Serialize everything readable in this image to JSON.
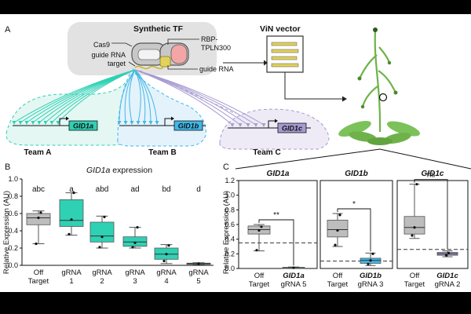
{
  "panel_a": {
    "letter": "A",
    "synthetic_tf": "Synthetic TF",
    "vin_vector": "ViN vector",
    "labels": {
      "cas9": "Cas9",
      "guide_rna_target_1": "guide RNA",
      "guide_rna_target_2": "target",
      "rbp_1": "RBP-",
      "rbp_2": "TPLN300",
      "guide_rna": "guide RNA"
    },
    "teams": [
      {
        "name": "Team A",
        "gene": "GID1a",
        "color": "#2fd1b4"
      },
      {
        "name": "Team B",
        "gene": "GID1b",
        "color": "#41b7e8"
      },
      {
        "name": "Team C",
        "gene": "GID1c",
        "color": "#a79ad0"
      }
    ],
    "colors": {
      "cas9_shell": "#c8c8c8",
      "rbp": "#f4a6a6",
      "yellow": "#e2d25a",
      "plant": "#7cc25a"
    }
  },
  "panel_b": {
    "letter": "B",
    "title_gene": "GID1a",
    "title_rest": " expression",
    "ylabel": "Relative Expression (AU)"
  },
  "panel_c": {
    "letter": "C",
    "ylabel": "Relative Expression (AU)"
  },
  "chart_data": [
    {
      "type": "box",
      "title": "GID1a expression",
      "ylabel": "Relative Expression (AU)",
      "ylim": [
        0,
        1.0
      ],
      "yticks": [
        0.0,
        0.2,
        0.4,
        0.6,
        0.8,
        1.0
      ],
      "categories": [
        {
          "l1": "Off",
          "l2": "Target"
        },
        {
          "l1": "gRNA",
          "l2": "1"
        },
        {
          "l1": "gRNA",
          "l2": "2"
        },
        {
          "l1": "gRNA",
          "l2": "3"
        },
        {
          "l1": "gRNA",
          "l2": "4"
        },
        {
          "l1": "gRNA",
          "l2": "5"
        }
      ],
      "letters": [
        "abc",
        "a",
        "abd",
        "ad",
        "bd",
        "d"
      ],
      "colors": [
        "#bdbdbd",
        "#2fd1b4",
        "#2fd1b4",
        "#2fd1b4",
        "#2fd1b4",
        "#2fd1b4"
      ],
      "boxes": [
        {
          "min": 0.25,
          "q1": 0.47,
          "median": 0.55,
          "q3": 0.6,
          "max": 0.63,
          "points": [
            0.25,
            0.55,
            0.61
          ]
        },
        {
          "min": 0.35,
          "q1": 0.45,
          "median": 0.52,
          "q3": 0.76,
          "max": 0.84,
          "points": [
            0.36,
            0.53,
            0.84
          ]
        },
        {
          "min": 0.2,
          "q1": 0.27,
          "median": 0.34,
          "q3": 0.5,
          "max": 0.57,
          "points": [
            0.21,
            0.33,
            0.56
          ]
        },
        {
          "min": 0.2,
          "q1": 0.22,
          "median": 0.27,
          "q3": 0.33,
          "max": 0.44,
          "points": [
            0.21,
            0.26,
            0.44
          ]
        },
        {
          "min": 0.02,
          "q1": 0.07,
          "median": 0.13,
          "q3": 0.2,
          "max": 0.24,
          "points": [
            0.05,
            0.13,
            0.23
          ]
        },
        {
          "min": 0.01,
          "q1": 0.015,
          "median": 0.02,
          "q3": 0.025,
          "max": 0.03,
          "points": [
            0.02
          ]
        }
      ]
    },
    {
      "type": "box",
      "title": "GID1a",
      "ylabel": "Relative Expression (AU)",
      "ylim": [
        0,
        1.2
      ],
      "yticks": [
        0.0,
        0.2,
        0.4,
        0.6,
        0.8,
        1.0,
        1.2
      ],
      "categories": [
        {
          "l1": "Off",
          "l2": "Target",
          "italic": false
        },
        {
          "l1": "GID1a",
          "l2": "gRNA 5",
          "italic": true
        }
      ],
      "colors": [
        "#bdbdbd",
        "#2fd1b4"
      ],
      "dashed_line": 0.35,
      "significance": "**",
      "boxes": [
        {
          "min": 0.24,
          "q1": 0.47,
          "median": 0.53,
          "q3": 0.58,
          "max": 0.6,
          "points": [
            0.25,
            0.52,
            0.57
          ]
        },
        {
          "min": 0.0,
          "q1": 0.005,
          "median": 0.01,
          "q3": 0.015,
          "max": 0.02,
          "points": [
            0.01
          ]
        }
      ]
    },
    {
      "type": "box",
      "title": "GID1b",
      "ylim": [
        0,
        1.2
      ],
      "categories": [
        {
          "l1": "Off",
          "l2": "Target",
          "italic": false
        },
        {
          "l1": "GID1b",
          "l2": "gRNA 3",
          "italic": true
        }
      ],
      "colors": [
        "#bdbdbd",
        "#41b7e8"
      ],
      "dashed_line": 0.1,
      "significance": "*",
      "boxes": [
        {
          "min": 0.3,
          "q1": 0.43,
          "median": 0.53,
          "q3": 0.66,
          "max": 0.75,
          "points": [
            0.32,
            0.52,
            0.73
          ]
        },
        {
          "min": 0.04,
          "q1": 0.07,
          "median": 0.11,
          "q3": 0.14,
          "max": 0.21,
          "points": [
            0.06,
            0.11,
            0.2
          ]
        }
      ]
    },
    {
      "type": "box",
      "title": "GID1c",
      "ylim": [
        0,
        1.2
      ],
      "categories": [
        {
          "l1": "Off",
          "l2": "Target",
          "italic": false
        },
        {
          "l1": "GID1c",
          "l2": "gRNA 2",
          "italic": true
        }
      ],
      "colors": [
        "#bdbdbd",
        "#a79ad0"
      ],
      "dashed_line": 0.26,
      "significance": "ns",
      "boxes": [
        {
          "min": 0.41,
          "q1": 0.47,
          "median": 0.56,
          "q3": 0.71,
          "max": 1.15,
          "points": [
            0.45,
            0.56,
            1.15
          ]
        },
        {
          "min": 0.16,
          "q1": 0.18,
          "median": 0.2,
          "q3": 0.22,
          "max": 0.24,
          "points": [
            0.18,
            0.21
          ]
        }
      ]
    }
  ]
}
